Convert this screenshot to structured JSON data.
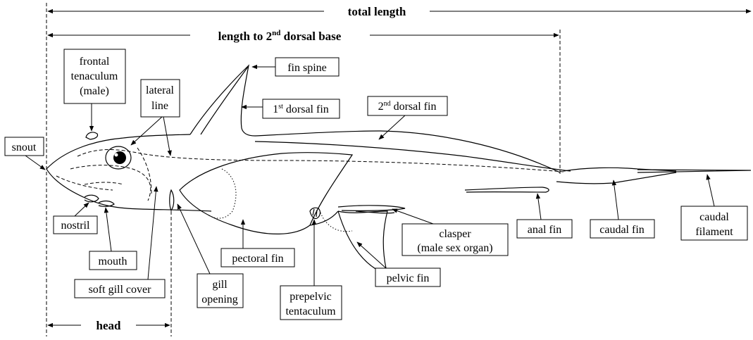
{
  "measures": {
    "total_length": "total length",
    "length_to_2nd_dorsal_base": {
      "prefix": "length to 2",
      "sup": "nd",
      "suffix": " dorsal base"
    },
    "head": "head"
  },
  "labels": {
    "frontal_tenaculum": [
      "frontal",
      "tenaculum",
      "(male)"
    ],
    "lateral_line": [
      "lateral",
      "line"
    ],
    "fin_spine": "fin spine",
    "first_dorsal_fin": {
      "prefix": "1",
      "sup": "st",
      "suffix": " dorsal fin"
    },
    "second_dorsal_fin": {
      "prefix": "2",
      "sup": "nd",
      "suffix": " dorsal fin"
    },
    "snout": "snout",
    "nostril": "nostril",
    "mouth": "mouth",
    "soft_gill_cover": "soft gill cover",
    "gill_opening": [
      "gill",
      "opening"
    ],
    "pectoral_fin": "pectoral fin",
    "prepelvic_tentaculum": [
      "prepelvic",
      "tentaculum"
    ],
    "pelvic_fin": "pelvic fin",
    "clasper": [
      "clasper",
      "(male sex organ)"
    ],
    "anal_fin": "anal fin",
    "caudal_fin": "caudal fin",
    "caudal_filament": [
      "caudal",
      "filament"
    ]
  }
}
